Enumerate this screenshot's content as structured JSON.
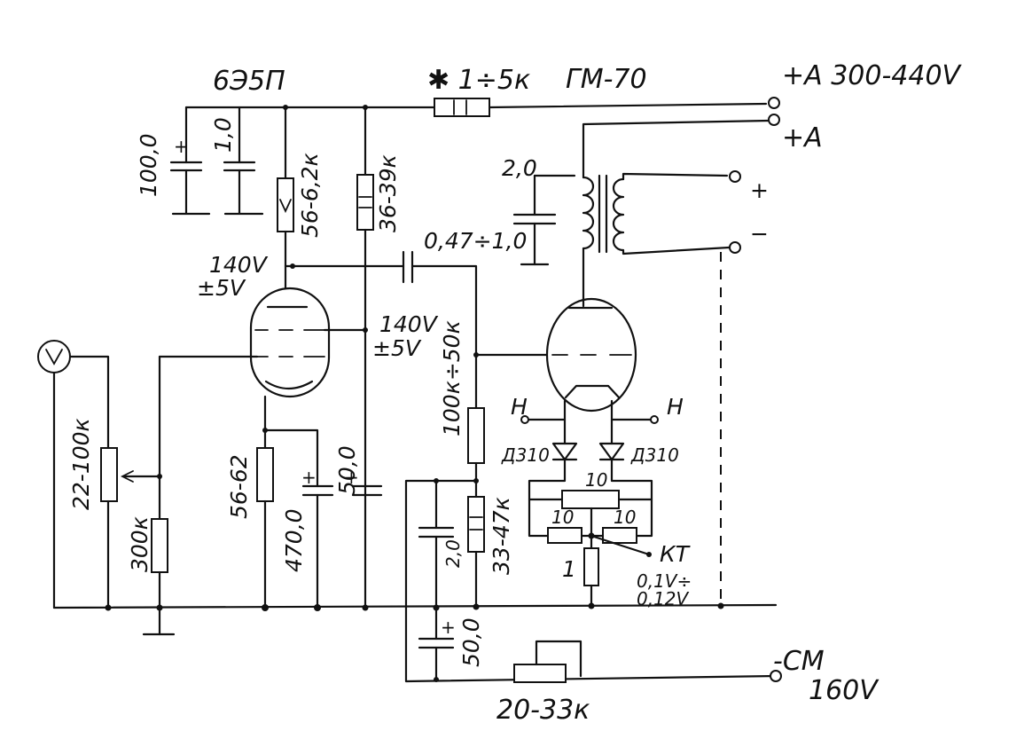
{
  "labels": {
    "driver_tube": "6Э5П",
    "dropper_res": "✱ 1÷5к",
    "output_tube": "ГМ-70",
    "supply_a_range": "+A 300-440V",
    "supply_a": "+A",
    "cap_100": "100,0",
    "cap_1": "1,0",
    "res_anode": "56-6,2к",
    "res_screen": "36-39к",
    "anode_volt": "140V",
    "anode_tol": "±5V",
    "screen_volt": "140V",
    "screen_tol": "±5V",
    "cap_coupling": "0,47÷1,0",
    "cap_2": "2,0",
    "out_plus": "+",
    "out_minus": "−",
    "res_grid_top": "100к÷50к",
    "res_grid_bot": "33-47к",
    "cap_2_bias": "2,0",
    "cap_50_bias": "50,0",
    "pot_input": "22-100к",
    "res_300": "300к",
    "res_cath": "56-62",
    "cap_cath": "470,0",
    "cap_screen": "50,0",
    "heater_l": "Н",
    "heater_r": "Н",
    "diode_l": "Д310",
    "diode_r": "Д310",
    "res_10_top": "10",
    "res_10_l": "10",
    "res_10_r": "10",
    "res_1": "1",
    "kt": "КТ",
    "kt_v1": "0,1V÷",
    "kt_v2": "0,12V",
    "bias_label": "-СМ",
    "bias_volt": "160V",
    "pot_bias": "20-33к"
  }
}
